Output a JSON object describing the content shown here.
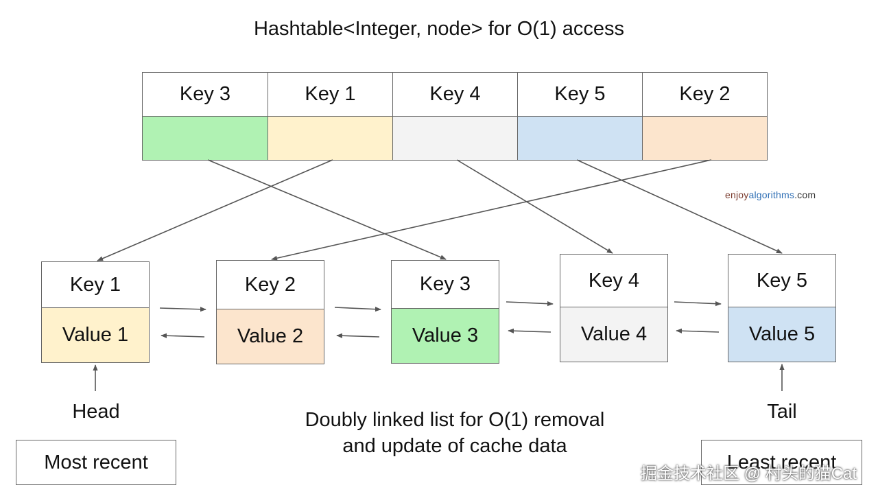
{
  "hashtable": {
    "title": "Hashtable<Integer, node> for O(1) access",
    "keys": [
      {
        "label": "Key 3",
        "color": "#b0f2b3"
      },
      {
        "label": "Key 1",
        "color": "#fff2cc"
      },
      {
        "label": "Key 4",
        "color": "#f3f3f3"
      },
      {
        "label": "Key 5",
        "color": "#cfe2f3"
      },
      {
        "label": "Key 2",
        "color": "#fce5cd"
      }
    ]
  },
  "list": {
    "nodes": [
      {
        "key": "Key 1",
        "value": "Value 1",
        "color": "#fff2cc"
      },
      {
        "key": "Key 2",
        "value": "Value 2",
        "color": "#fce5cd"
      },
      {
        "key": "Key 3",
        "value": "Value 3",
        "color": "#b0f2b3"
      },
      {
        "key": "Key 4",
        "value": "Value 4",
        "color": "#f3f3f3"
      },
      {
        "key": "Key 5",
        "value": "Value 5",
        "color": "#cfe2f3"
      }
    ],
    "head_label": "Head",
    "tail_label": "Tail",
    "caption_line1": "Doubly linked list for O(1) removal",
    "caption_line2": "and update of cache data"
  },
  "most_recent": "Most recent",
  "least_recent": "Least recent",
  "brand": {
    "part1": "enjoy",
    "part2": "algorithms",
    "part3": ".com"
  },
  "watermark": "掘金技术社区 @ 村头的猫Cat"
}
